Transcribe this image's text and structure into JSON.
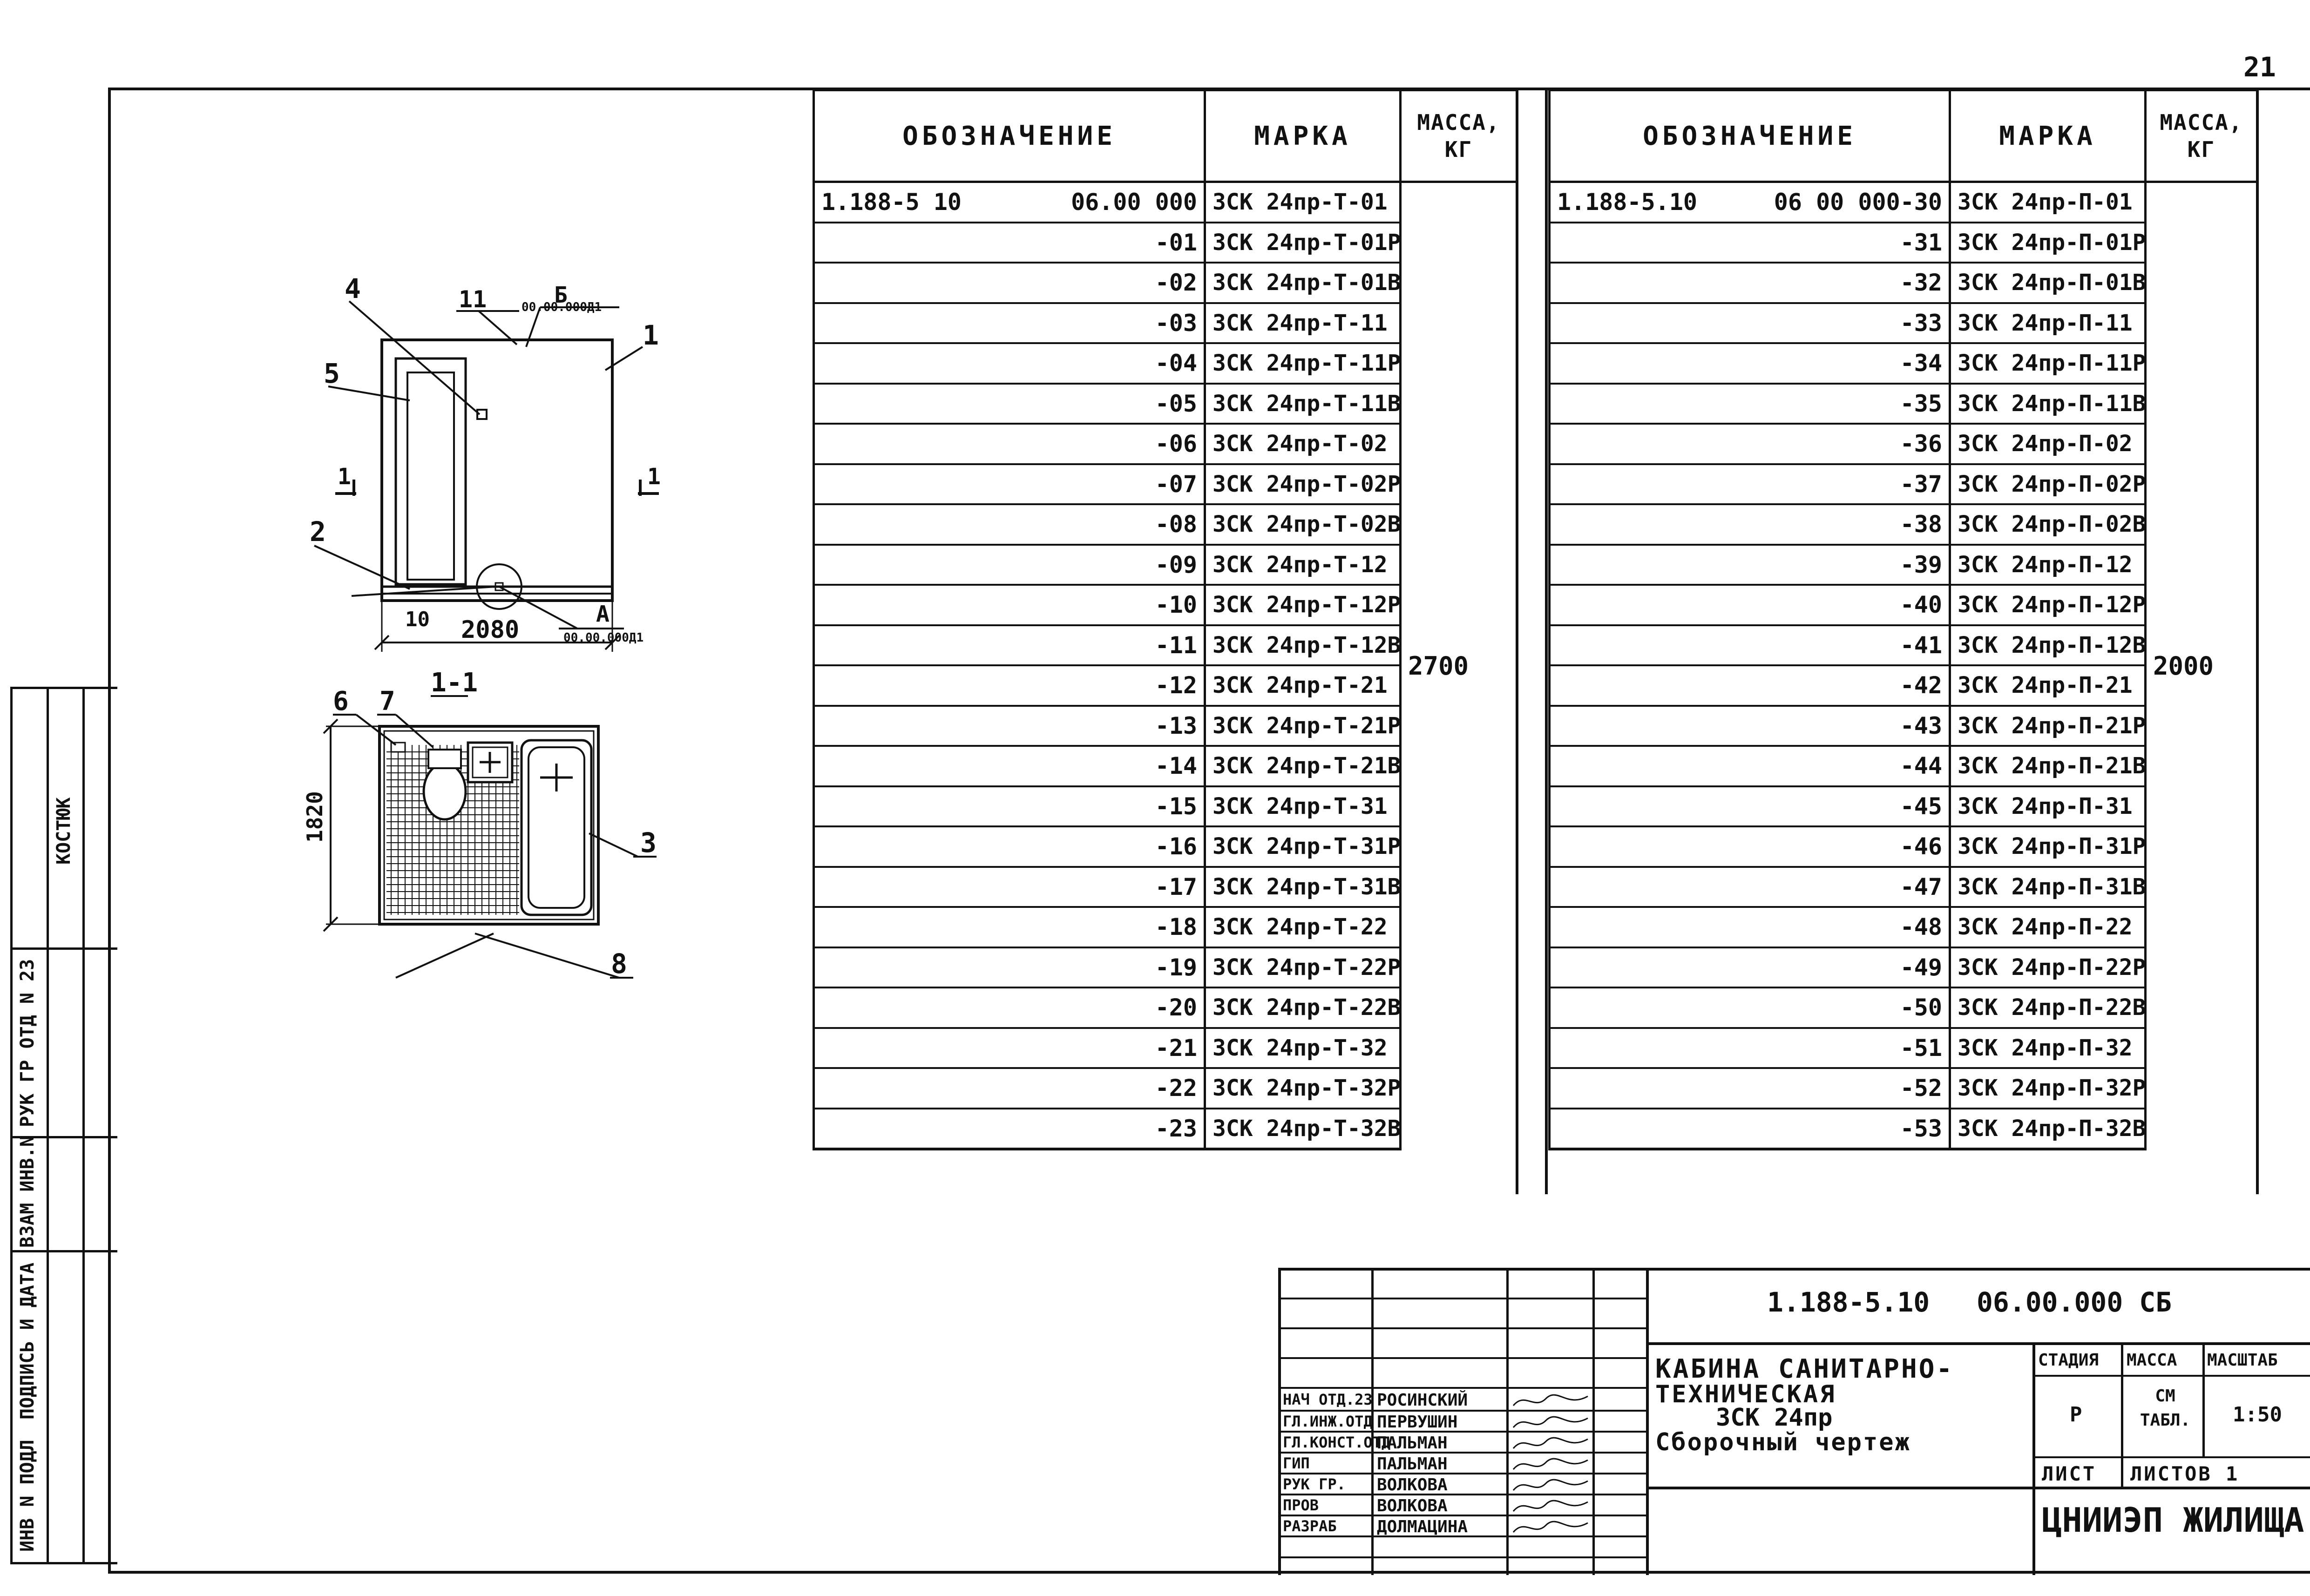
{
  "sheet_number": "21",
  "side_strip": {
    "labels": [
      "РУК ГР ОТД N 23",
      "КОСТЮК",
      "ВЗАМ ИНВ.N",
      "ПОДПИСЬ И ДАТА",
      "ИНВ N ПОДЛ"
    ]
  },
  "drawing": {
    "callouts": [
      "1",
      "2",
      "3",
      "4",
      "5",
      "6",
      "7",
      "8",
      "10",
      "11"
    ],
    "view_b": "Б",
    "view_b_ref": "00.00.000Д1",
    "view_a": "А",
    "view_a_ref": "00.00.000Д1",
    "width_dim": "2080",
    "section_mark": "1",
    "section_title": "1-1",
    "depth_dim": "1820"
  },
  "table_left": {
    "headers": [
      "Обозначение",
      "Марка",
      "Масса, кг"
    ],
    "first_oboz_code": "1.188-5 10",
    "first_oboz_num": "06.00 000",
    "oboz_suffixes": [
      "-01",
      "-02",
      "-03",
      "-04",
      "-05",
      "-06",
      "-07",
      "-08",
      "-09",
      "-10",
      "-11",
      "-12",
      "-13",
      "-14",
      "-15",
      "-16",
      "-17",
      "-18",
      "-19",
      "-20",
      "-21",
      "-22",
      "-23"
    ],
    "marks": [
      "3СК 24пр-Т-01",
      "3СК 24пр-Т-01Р",
      "3СК 24пр-Т-01В",
      "3СК 24пр-Т-11",
      "3СК 24пр-Т-11Р",
      "3СК 24пр-Т-11В",
      "3СК 24пр-Т-02",
      "3СК 24пр-Т-02Р",
      "3СК 24пр-Т-02В",
      "3СК 24пр-Т-12",
      "3СК 24пр-Т-12Р",
      "3СК 24пр-Т-12В",
      "3СК 24пр-Т-21",
      "3СК 24пр-Т-21Р",
      "3СК 24пр-Т-21В",
      "3СК 24пр-Т-31",
      "3СК 24пр-Т-31Р",
      "3СК 24пр-Т-31В",
      "3СК 24пр-Т-22",
      "3СК 24пр-Т-22Р",
      "3СК 24пр-Т-22В",
      "3СК 24пр-Т-32",
      "3СК 24пр-Т-32Р",
      "3СК 24пр-Т-32В"
    ],
    "mass": "2700"
  },
  "table_right": {
    "headers": [
      "Обозначение",
      "Марка",
      "Масса, кг"
    ],
    "first_oboz_code": "1.188-5.10",
    "first_oboz_num": "06 00 000-30",
    "oboz_suffixes": [
      "-31",
      "-32",
      "-33",
      "-34",
      "-35",
      "-36",
      "-37",
      "-38",
      "-39",
      "-40",
      "-41",
      "-42",
      "-43",
      "-44",
      "-45",
      "-46",
      "-47",
      "-48",
      "-49",
      "-50",
      "-51",
      "-52",
      "-53"
    ],
    "marks": [
      "3СК 24пр-П-01",
      "3СК 24пр-П-01Р",
      "3СК 24пр-П-01В",
      "3СК 24пр-П-11",
      "3СК 24пр-П-11Р",
      "3СК 24пр-П-11В",
      "3СК 24пр-П-02",
      "3СК 24пр-П-02Р",
      "3СК 24пр-П-02В",
      "3СК 24пр-П-12",
      "3СК 24пр-П-12Р",
      "3СК 24пр-П-12В",
      "3СК 24пр-П-21",
      "3СК 24пр-П-21Р",
      "3СК 24пр-П-21В",
      "3СК 24пр-П-31",
      "3СК 24пр-П-31Р",
      "3СК 24пр-П-31В",
      "3СК 24пр-П-22",
      "3СК 24пр-П-22Р",
      "3СК 24пр-П-22В",
      "3СК 24пр-П-32",
      "3СК 24пр-П-32Р",
      "3СК 24пр-П-32В"
    ],
    "mass": "2000"
  },
  "title_block": {
    "doc_code": "1.188-5.10",
    "doc_number": "06.00.000 СБ",
    "name_line1": "Кабина санитарно-",
    "name_line2": "техническая",
    "name_line3": "3СК 24пр",
    "name_line4": "Сборочный чертеж",
    "stage_header": "Стадия",
    "mass_header": "Масса",
    "scale_header": "Масштаб",
    "stage_value": "Р",
    "mass_value": "см табл.",
    "scale_value": "1:50",
    "sheet_label": "Лист",
    "sheets_label": "Листов 1",
    "organization": "ЦНИИЭП жилища",
    "roles": [
      "НАЧ ОТД.23",
      "ГЛ.ИНЖ.ОТД",
      "ГЛ.КОНСТ.ОТД",
      "ГИП",
      "РУК ГР.",
      "ПРОВ",
      "РАЗРАБ"
    ],
    "names": [
      "РОСИНСКИЙ",
      "ПЕРВУШИН",
      "ПАЛЬМАН",
      "ПАЛЬМАН",
      "ВОЛКОВА",
      "ВОЛКОВА",
      "ДОЛМАЦИНА"
    ]
  }
}
